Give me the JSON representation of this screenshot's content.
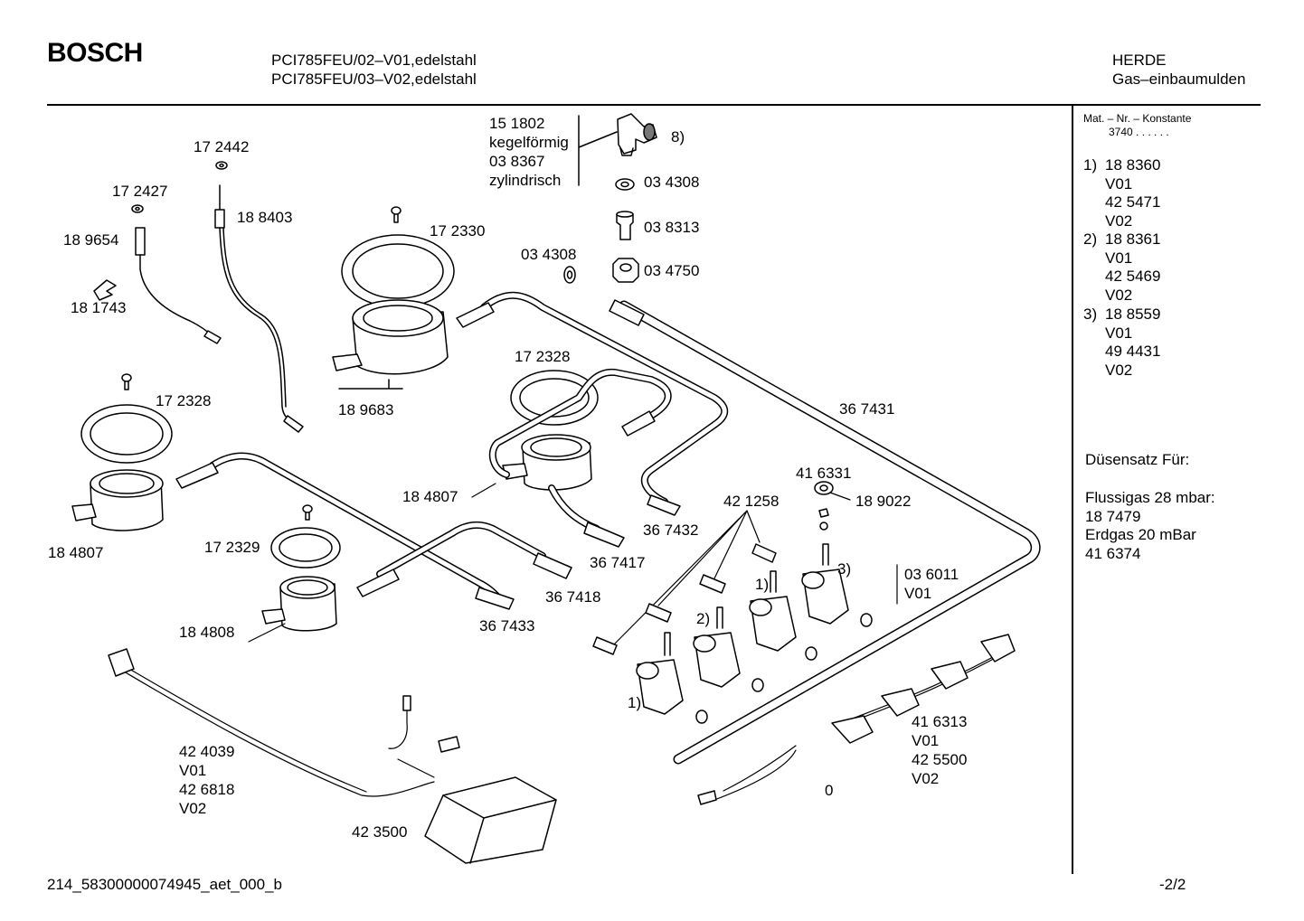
{
  "header": {
    "brand": "BOSCH",
    "model_line_1": "PCI785FEU/02–V01,edelstahl",
    "model_line_2": "PCI785FEU/03–V02,edelstahl",
    "category": "HERDE",
    "subcategory": "Gas–einbaumulden"
  },
  "sidebar": {
    "mat_label": "Mat. – Nr. – Konstante",
    "mat_value": "3740  .  .   .  .  .  .",
    "variants": [
      {
        "marker": "1)",
        "lines": [
          "18 8360",
          "V01",
          "42 5471",
          "V02"
        ]
      },
      {
        "marker": "2)",
        "lines": [
          "18 8361",
          "V01",
          "42 5469",
          "V02"
        ]
      },
      {
        "marker": "3)",
        "lines": [
          "18 8559",
          "V01",
          "49 4431",
          "V02"
        ]
      }
    ],
    "nozzle_title": "Düsensatz Für:",
    "nozzle_lines": [
      "Flussigas 28 mbar:",
      "18 7479",
      "Erdgas 20 mBar",
      "41 6374"
    ]
  },
  "callouts": {
    "p151802": "15 1802",
    "kegel": "kegelförmig",
    "p038367": "03 8367",
    "zyl": "zylindrisch",
    "note8": "8)",
    "p034308a": "03 4308",
    "p038313": "03 8313",
    "p034750": "03 4750",
    "p034308b": "03 4308",
    "p172442": "17 2442",
    "p172427": "17 2427",
    "p188403": "18 8403",
    "p189654": "18 9654",
    "p181743": "18 1743",
    "p172330": "17 2330",
    "p189683": "18 9683",
    "p172328a": "17 2328",
    "p172328b": "17 2328",
    "p184807a": "18 4807",
    "p184807b": "18 4807",
    "p367431": "36 7431",
    "p367432": "36 7432",
    "p367417": "36 7417",
    "p367418": "36 7418",
    "p367433": "36 7433",
    "p172329": "17 2329",
    "p184808": "18 4808",
    "p416331": "41 6331",
    "p189022": "18 9022",
    "p421258": "42 1258",
    "n1a": "1)",
    "n1b": "1)",
    "n2": "2)",
    "n3": "3)",
    "p036011": "03 6011",
    "v01a": "V01",
    "p424039": "42 4039",
    "v01b": "V01",
    "p426818": "42 6818",
    "v02b": "V02",
    "p423500": "42 3500",
    "p416313": "41 6313",
    "v01c": "V01",
    "p425500": "42 5500",
    "v02c": "V02",
    "zero": "0"
  },
  "footer": {
    "file_id": "214_58300000074945_aet_000_b",
    "page": "-2/2"
  }
}
